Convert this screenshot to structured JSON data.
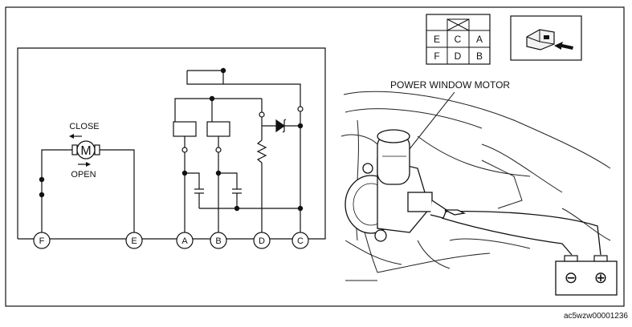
{
  "figure_code": "ac5wzw00001236",
  "connector": {
    "top_row": [
      "E",
      "C",
      "A"
    ],
    "bottom_row": [
      "F",
      "D",
      "B"
    ]
  },
  "callout_label": "POWER WINDOW MOTOR",
  "motor_symbol": "M",
  "direction_labels": {
    "close": "CLOSE",
    "open": "OPEN"
  },
  "terminals": [
    "F",
    "E",
    "A",
    "B",
    "D",
    "C"
  ],
  "battery_symbols": {
    "negative": "⊖",
    "positive": "⊕"
  },
  "icons": [
    "connector-plug-icon",
    "insert-arrow-icon",
    "motor-icon",
    "diode-icon",
    "resistor-icon",
    "capacitor-icon"
  ]
}
